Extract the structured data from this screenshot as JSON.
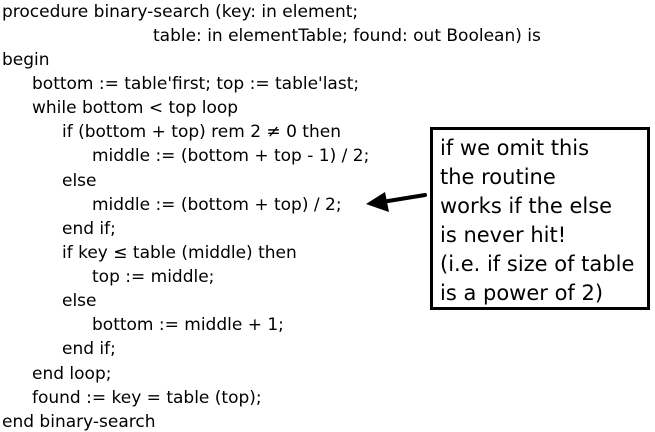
{
  "code_lines": [
    "procedure binary-search (key: in element;",
    "table: in elementTable; found: out Boolean) is",
    "begin",
    "bottom := table'first; top := table'last;",
    "while bottom < top loop",
    "if (bottom + top) rem 2 ≠ 0 then",
    "middle := (bottom + top - 1) / 2;",
    "else",
    "middle := (bottom + top) / 2;",
    "end if;",
    "if key ≤ table (middle) then",
    "top := middle;",
    "else",
    "bottom := middle + 1;",
    "end if;",
    "end loop;",
    "found := key = table (top);",
    "end binary-search"
  ],
  "note": {
    "lines": [
      "if we omit this",
      "the routine",
      "works if the else",
      "is never hit!",
      "(i.e. if size of table",
      "is a power of 2)"
    ]
  },
  "colors": {
    "text": "#000000",
    "background": "#ffffff",
    "box_border": "#000000"
  }
}
